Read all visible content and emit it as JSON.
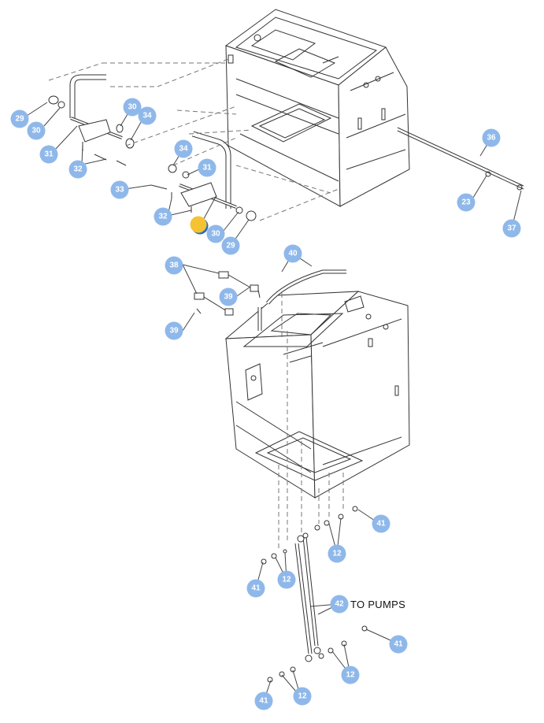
{
  "callouts": {
    "c29a": "29",
    "c30a": "30",
    "c31a": "31",
    "c32a": "32",
    "c30b": "30",
    "c34a": "34",
    "c33": "33",
    "c34b": "34",
    "c31b": "31",
    "c32b": "32",
    "c30c": "30",
    "c29b": "29",
    "c36": "36",
    "c23": "23",
    "c37": "37",
    "c38": "38",
    "c40": "40",
    "c39a": "39",
    "c39b": "39",
    "c41a": "41",
    "c12a": "12",
    "c41b": "41",
    "c12b": "12",
    "c42": "42",
    "c41c": "41",
    "c12c": "12",
    "c41d": "41",
    "c12d": "12"
  },
  "note": {
    "to_pumps": "TO PUMPS"
  },
  "colors": {
    "callout": "#8fb8ea",
    "marker": "#f5c331",
    "line": "#333333"
  }
}
